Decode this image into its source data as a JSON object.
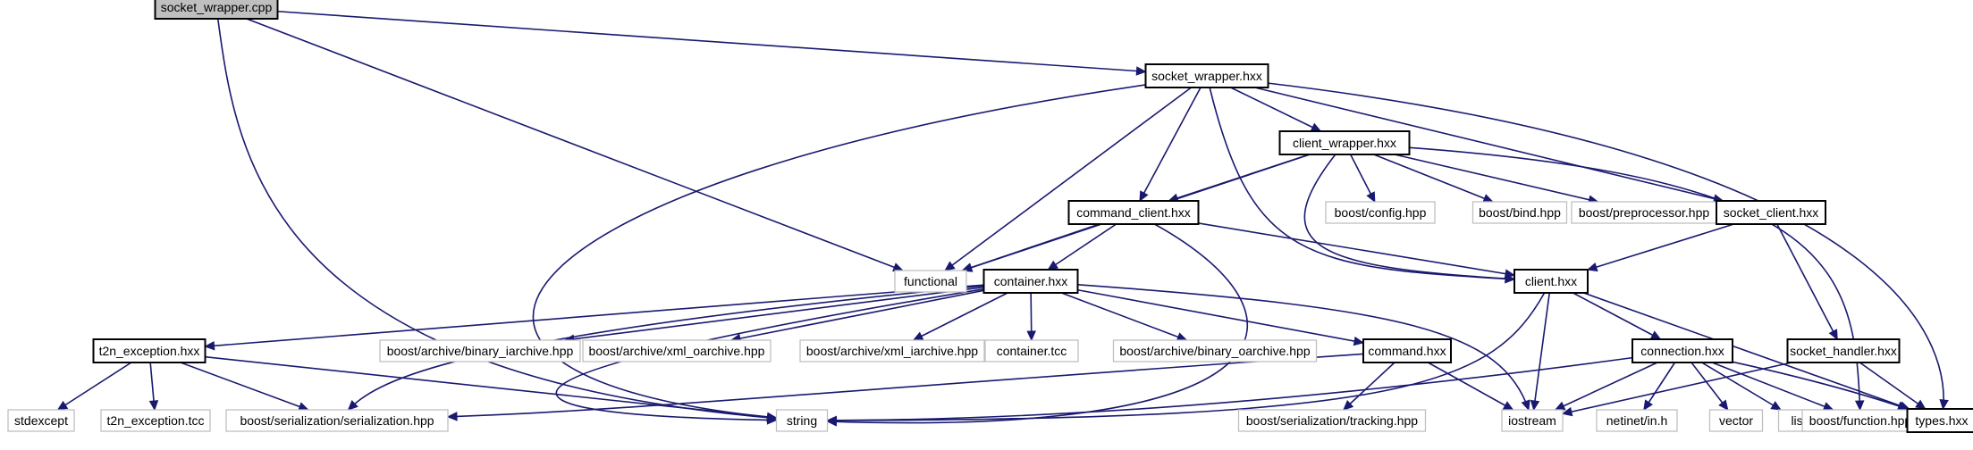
{
  "colors": {
    "edge": "#191970",
    "local_border": "#000000",
    "external_border": "#bfbfbf",
    "root_fill": "#bfbfbf",
    "node_fill": "#ffffff"
  },
  "nodes": [
    {
      "id": "socket_wrapper_cpp",
      "label": "socket_wrapper.cpp",
      "kind": "root"
    },
    {
      "id": "socket_wrapper_hxx",
      "label": "socket_wrapper.hxx",
      "kind": "local"
    },
    {
      "id": "client_wrapper_hxx",
      "label": "client_wrapper.hxx",
      "kind": "local"
    },
    {
      "id": "command_client_hxx",
      "label": "command_client.hxx",
      "kind": "local"
    },
    {
      "id": "functional",
      "label": "functional",
      "kind": "external"
    },
    {
      "id": "boost_config_hpp",
      "label": "boost/config.hpp",
      "kind": "external"
    },
    {
      "id": "boost_bind_hpp",
      "label": "boost/bind.hpp",
      "kind": "external"
    },
    {
      "id": "boost_preprocessor_hpp",
      "label": "boost/preprocessor.hpp",
      "kind": "external"
    },
    {
      "id": "socket_client_hxx",
      "label": "socket_client.hxx",
      "kind": "local"
    },
    {
      "id": "container_hxx",
      "label": "container.hxx",
      "kind": "local"
    },
    {
      "id": "client_hxx",
      "label": "client.hxx",
      "kind": "local"
    },
    {
      "id": "t2n_exception_hxx",
      "label": "t2n_exception.hxx",
      "kind": "local"
    },
    {
      "id": "binary_iarchive",
      "label": "boost/archive/binary_iarchive.hpp",
      "kind": "external"
    },
    {
      "id": "xml_oarchive",
      "label": "boost/archive/xml_oarchive.hpp",
      "kind": "external"
    },
    {
      "id": "xml_iarchive",
      "label": "boost/archive/xml_iarchive.hpp",
      "kind": "external"
    },
    {
      "id": "container_tcc",
      "label": "container.tcc",
      "kind": "external"
    },
    {
      "id": "binary_oarchive",
      "label": "boost/archive/binary_oarchive.hpp",
      "kind": "external"
    },
    {
      "id": "command_hxx",
      "label": "command.hxx",
      "kind": "local"
    },
    {
      "id": "connection_hxx",
      "label": "connection.hxx",
      "kind": "local"
    },
    {
      "id": "socket_handler_hxx",
      "label": "socket_handler.hxx",
      "kind": "local"
    },
    {
      "id": "stdexcept",
      "label": "stdexcept",
      "kind": "external"
    },
    {
      "id": "t2n_exception_tcc",
      "label": "t2n_exception.tcc",
      "kind": "external"
    },
    {
      "id": "serialization_hpp",
      "label": "boost/serialization/serialization.hpp",
      "kind": "external"
    },
    {
      "id": "string",
      "label": "string",
      "kind": "external"
    },
    {
      "id": "tracking_hpp",
      "label": "boost/serialization/tracking.hpp",
      "kind": "external"
    },
    {
      "id": "iostream",
      "label": "iostream",
      "kind": "external"
    },
    {
      "id": "netinet_in_h",
      "label": "netinet/in.h",
      "kind": "external"
    },
    {
      "id": "vector",
      "label": "vector",
      "kind": "external"
    },
    {
      "id": "list",
      "label": "list",
      "kind": "external"
    },
    {
      "id": "boost_function_hpp",
      "label": "boost/function.hpp",
      "kind": "external"
    },
    {
      "id": "types_hxx",
      "label": "types.hxx",
      "kind": "local"
    }
  ],
  "edges": [
    [
      "socket_wrapper_cpp",
      "socket_wrapper_hxx"
    ],
    [
      "socket_wrapper_cpp",
      "functional"
    ],
    [
      "socket_wrapper_cpp",
      "string"
    ],
    [
      "socket_wrapper_hxx",
      "functional"
    ],
    [
      "socket_wrapper_hxx",
      "string"
    ],
    [
      "socket_wrapper_hxx",
      "client_wrapper_hxx"
    ],
    [
      "socket_wrapper_hxx",
      "command_client_hxx"
    ],
    [
      "socket_wrapper_hxx",
      "socket_client_hxx"
    ],
    [
      "socket_wrapper_hxx",
      "client_hxx"
    ],
    [
      "socket_wrapper_hxx",
      "types_hxx"
    ],
    [
      "client_wrapper_hxx",
      "functional"
    ],
    [
      "client_wrapper_hxx",
      "command_client_hxx"
    ],
    [
      "client_wrapper_hxx",
      "client_hxx"
    ],
    [
      "client_wrapper_hxx",
      "boost_config_hpp"
    ],
    [
      "client_wrapper_hxx",
      "boost_bind_hpp"
    ],
    [
      "client_wrapper_hxx",
      "boost_preprocessor_hpp"
    ],
    [
      "client_wrapper_hxx",
      "boost_function_hpp"
    ],
    [
      "command_client_hxx",
      "functional"
    ],
    [
      "command_client_hxx",
      "container_hxx"
    ],
    [
      "command_client_hxx",
      "client_hxx"
    ],
    [
      "command_client_hxx",
      "string"
    ],
    [
      "socket_client_hxx",
      "client_hxx"
    ],
    [
      "socket_client_hxx",
      "socket_handler_hxx"
    ],
    [
      "container_hxx",
      "t2n_exception_hxx"
    ],
    [
      "container_hxx",
      "binary_iarchive"
    ],
    [
      "container_hxx",
      "xml_oarchive"
    ],
    [
      "container_hxx",
      "xml_iarchive"
    ],
    [
      "container_hxx",
      "container_tcc"
    ],
    [
      "container_hxx",
      "binary_oarchive"
    ],
    [
      "container_hxx",
      "command_hxx"
    ],
    [
      "container_hxx",
      "iostream"
    ],
    [
      "container_hxx",
      "serialization_hpp"
    ],
    [
      "container_hxx",
      "string"
    ],
    [
      "client_hxx",
      "connection_hxx"
    ],
    [
      "client_hxx",
      "iostream"
    ],
    [
      "client_hxx",
      "types_hxx"
    ],
    [
      "client_hxx",
      "string"
    ],
    [
      "t2n_exception_hxx",
      "stdexcept"
    ],
    [
      "t2n_exception_hxx",
      "t2n_exception_tcc"
    ],
    [
      "t2n_exception_hxx",
      "serialization_hpp"
    ],
    [
      "t2n_exception_hxx",
      "string"
    ],
    [
      "command_hxx",
      "serialization_hpp"
    ],
    [
      "command_hxx",
      "tracking_hpp"
    ],
    [
      "command_hxx",
      "iostream"
    ],
    [
      "connection_hxx",
      "iostream"
    ],
    [
      "connection_hxx",
      "netinet_in_h"
    ],
    [
      "connection_hxx",
      "vector"
    ],
    [
      "connection_hxx",
      "list"
    ],
    [
      "connection_hxx",
      "boost_function_hpp"
    ],
    [
      "connection_hxx",
      "types_hxx"
    ],
    [
      "connection_hxx",
      "string"
    ],
    [
      "socket_handler_hxx",
      "iostream"
    ],
    [
      "socket_handler_hxx",
      "types_hxx"
    ]
  ]
}
